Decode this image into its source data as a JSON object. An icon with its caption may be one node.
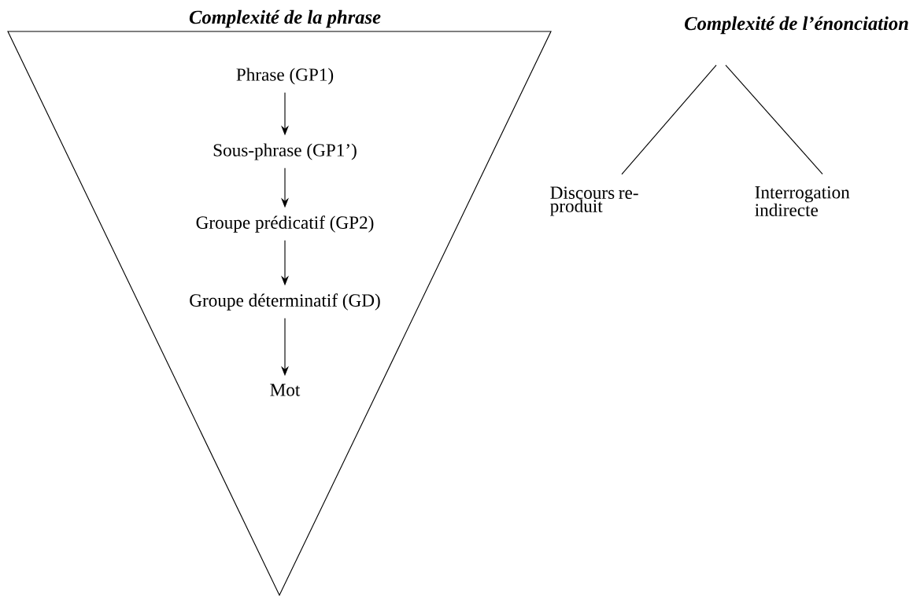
{
  "diagram": {
    "nodes": [
      {
        "text": [
          "Complexité de la phrase"
        ]
      },
      {
        "text": [
          "Phrase (GP1)"
        ],
        "in": 0
      },
      {
        "text": [
          "Sous-phrase (GP1’)"
        ],
        "in": 0
      },
      {
        "text": [
          "Groupe prédicatif (GP2)"
        ],
        "in": 0
      },
      {
        "text": [
          "Groupe déterminatif (GD)"
        ],
        "in": 0
      },
      {
        "text": [
          "Mot"
        ],
        "in": 0
      },
      {
        "text": [
          "Complexité de l’énonciation"
        ]
      },
      {
        "text": [
          "Discours re-produit"
        ]
      },
      {
        "text": [
          "Interrogation indirecte"
        ]
      }
    ],
    "edges": [
      {
        "from": 1,
        "to": 2,
        "arrow": "to"
      },
      {
        "from": 2,
        "to": 3,
        "arrow": "to"
      },
      {
        "from": 3,
        "to": 4,
        "arrow": "to"
      },
      {
        "from": 4,
        "to": 5,
        "arrow": "to"
      },
      {
        "from": 6,
        "to": 7,
        "arrow": "none"
      },
      {
        "from": 6,
        "to": 8,
        "arrow": "none"
      }
    ]
  }
}
